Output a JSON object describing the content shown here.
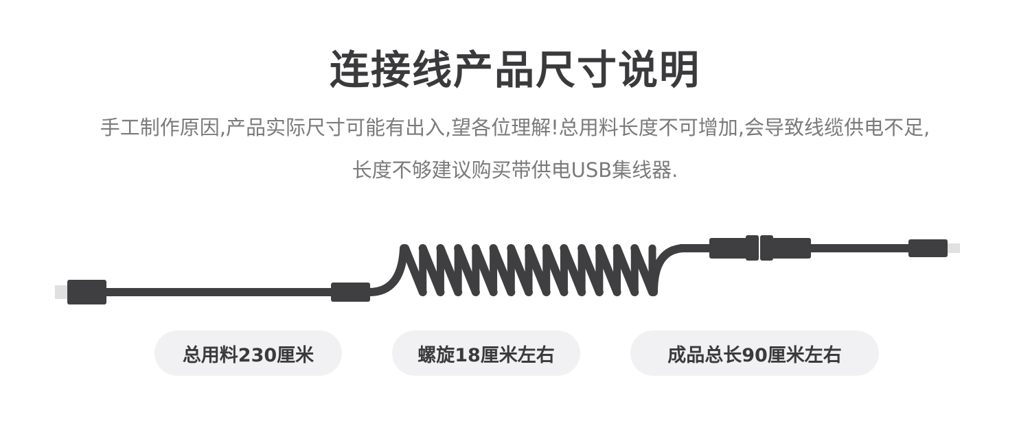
{
  "page": {
    "title": "连接线产品尺寸说明",
    "description_line1": "手工制作原因,产品实际尺寸可能有出入,望各位理解!总用料长度不可增加,会导致线缆供电不足,",
    "description_line2": "长度不够建议购买带供电USB集线器."
  },
  "colors": {
    "cable": "#3f3f41",
    "connector_tip": "#e0e0e0",
    "pill_background": "#f1f1f3",
    "title": "#3a3a3c",
    "description": "#7a7a7c"
  },
  "coil": {
    "turns": 14
  },
  "labels": [
    {
      "text": "总用料230厘米"
    },
    {
      "text": "螺旋18厘米左右"
    },
    {
      "text": "成品总长90厘米左右"
    }
  ]
}
